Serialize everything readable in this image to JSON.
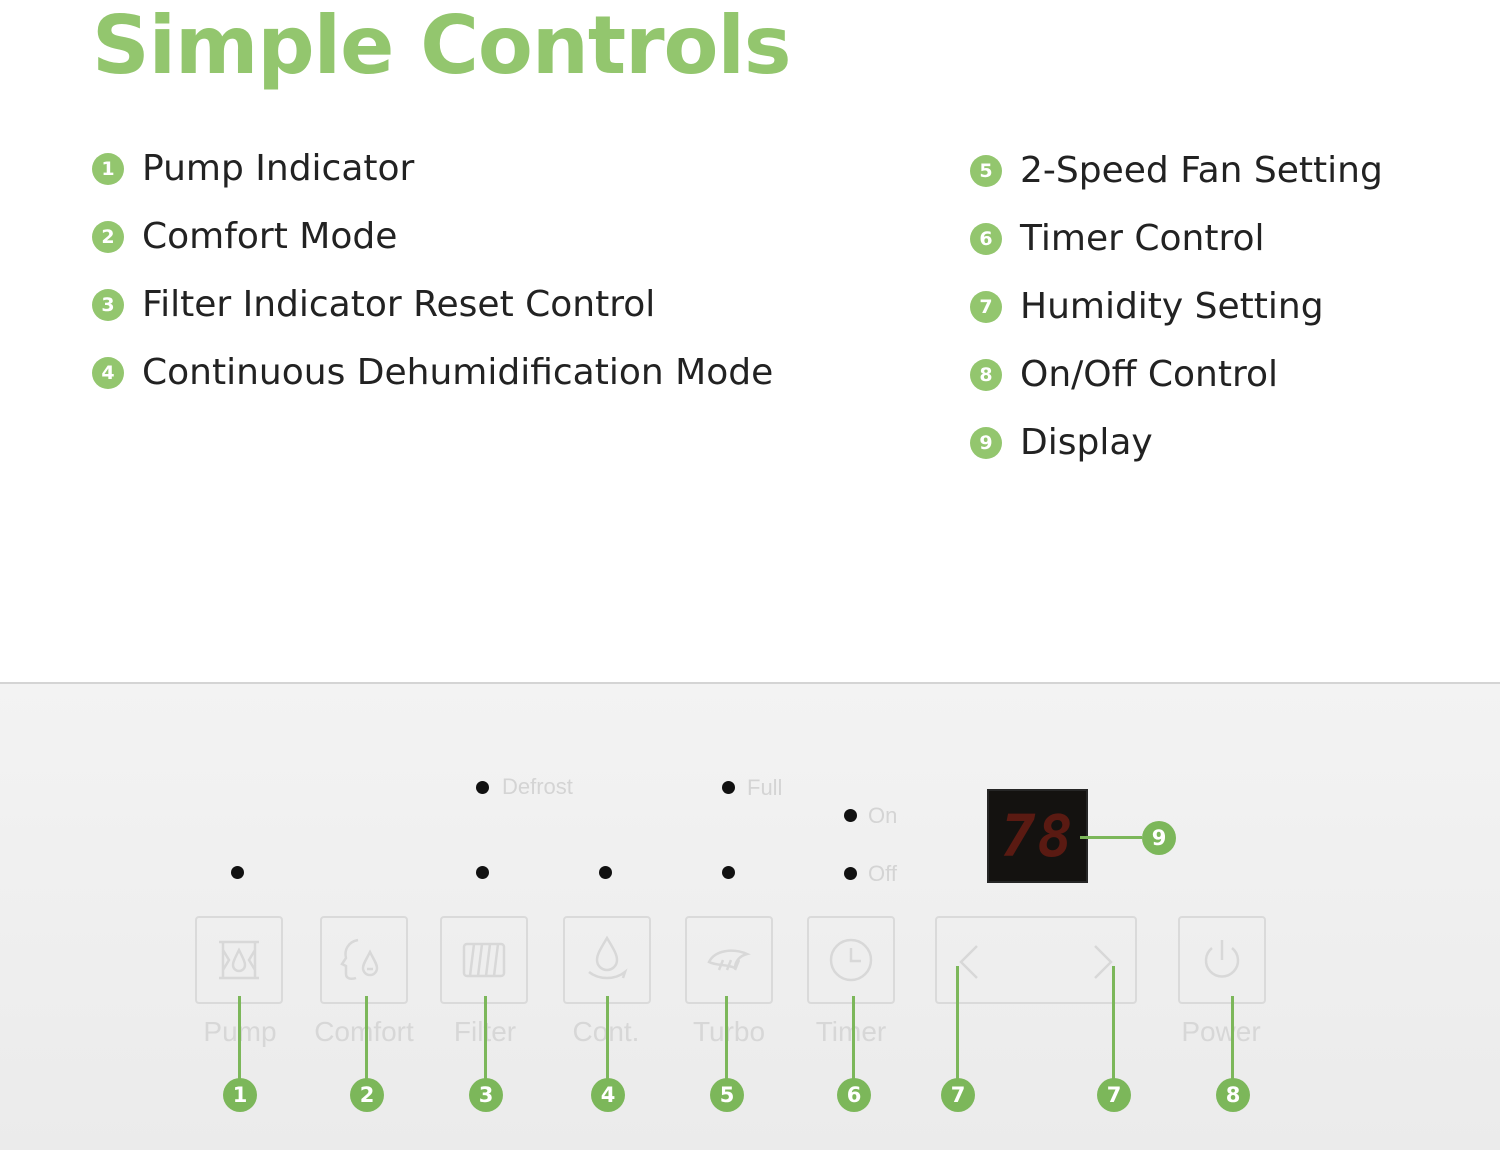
{
  "title": "Simple Controls",
  "legend": [
    {
      "num": "1",
      "label": "Pump Indicator"
    },
    {
      "num": "2",
      "label": "Comfort Mode"
    },
    {
      "num": "3",
      "label": "Filter Indicator Reset Control"
    },
    {
      "num": "4",
      "label": "Continuous Dehumidification Mode"
    },
    {
      "num": "5",
      "label": "2-Speed Fan Setting"
    },
    {
      "num": "6",
      "label": "Timer Control"
    },
    {
      "num": "7",
      "label": "Humidity Setting"
    },
    {
      "num": "8",
      "label": "On/Off Control"
    },
    {
      "num": "9",
      "label": "Display"
    }
  ],
  "panel": {
    "indicators": {
      "defrost": "Defrost",
      "full": "Full",
      "on": "On",
      "off": "Off"
    },
    "buttons": {
      "pump": "Pump",
      "comfort": "Comfort",
      "filter": "Filter",
      "cont": "Cont.",
      "turbo": "Turbo",
      "timer": "Timer",
      "power": "Power"
    },
    "display_value": "78",
    "callouts": {
      "c1": "1",
      "c2": "2",
      "c3": "3",
      "c4": "4",
      "c5": "5",
      "c6": "6",
      "c7a": "7",
      "c7b": "7",
      "c8": "8",
      "c9": "9"
    }
  },
  "colors": {
    "accent_green": "#93c66e",
    "callout_green": "#7cb75a"
  }
}
